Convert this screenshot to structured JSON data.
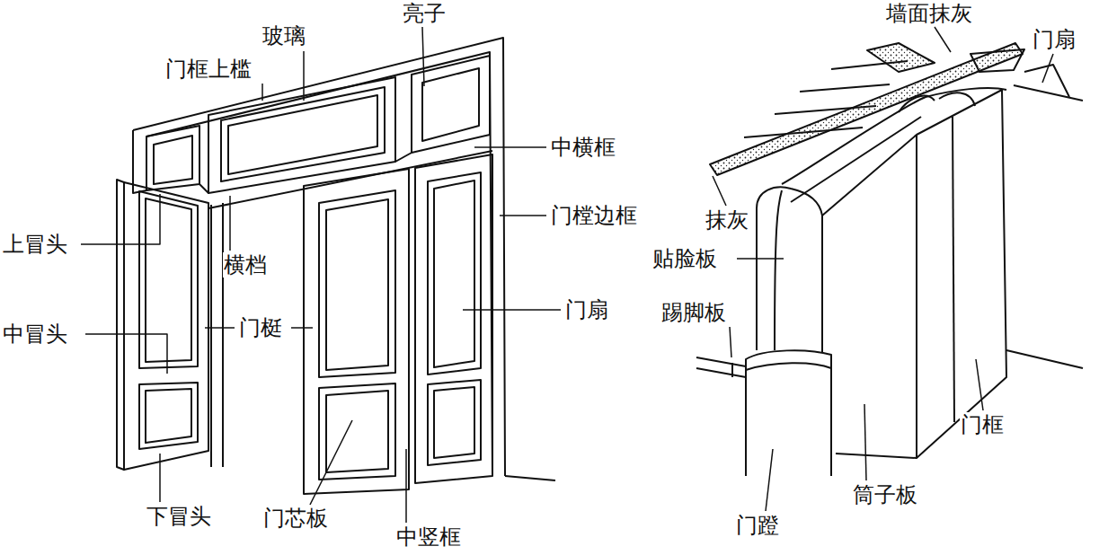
{
  "diagram": {
    "labels": [
      "门框上槛",
      "玻璃",
      "亮子",
      "中横框",
      "门樘边框",
      "上冒头",
      "横档",
      "门梃",
      "门扇",
      "中冒头",
      "下冒头",
      "门芯板",
      "中竖框",
      "墙面抹灰",
      "门扇",
      "抹灰",
      "贴脸板",
      "踢脚板",
      "门框",
      "筒子板",
      "门蹬"
    ]
  }
}
